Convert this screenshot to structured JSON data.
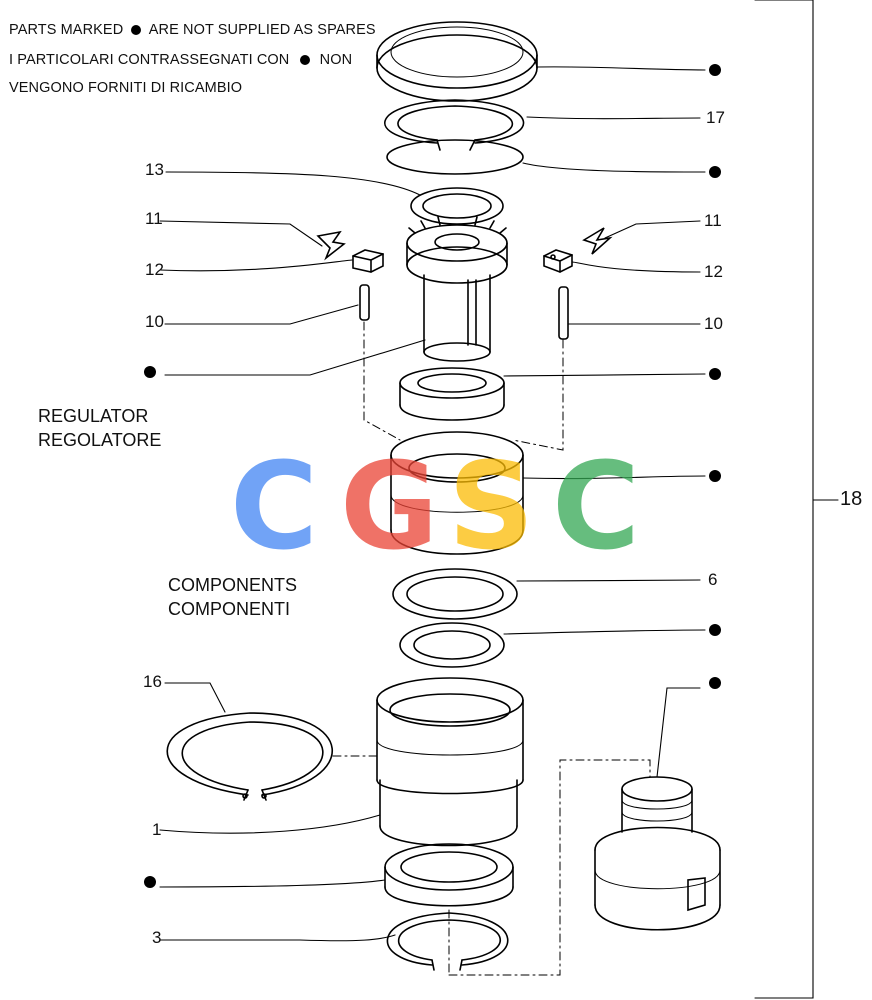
{
  "notes": {
    "line1_pre": "PARTS MARKED",
    "line1_post": "ARE NOT SUPPLIED AS SPARES",
    "line2_pre": "I  PARTICOLARI  CONTRASSEGNATI  CON",
    "line2_post": "NON",
    "line3": "VENGONO FORNITI DI RICAMBIO"
  },
  "sections": {
    "regulator_en": "REGULATOR",
    "regulator_it": "REGOLATORE",
    "components_en": "COMPONENTS",
    "components_it": "COMPONENTI"
  },
  "callouts": {
    "c17": "17",
    "c13": "13",
    "c11_left": "11",
    "c11_right": "11",
    "c12_left": "12",
    "c12_right": "12",
    "c10_left": "10",
    "c10_right": "10",
    "c6": "6",
    "c16": "16",
    "c1": "1",
    "c3": "3",
    "c18": "18"
  },
  "watermark": {
    "letters": [
      "C",
      "G",
      "S",
      "C"
    ],
    "colors": [
      "#4285f4",
      "#ea4335",
      "#fbbc05",
      "#34a853"
    ]
  },
  "colors": {
    "ink": "#000000",
    "paper": "#ffffff"
  }
}
